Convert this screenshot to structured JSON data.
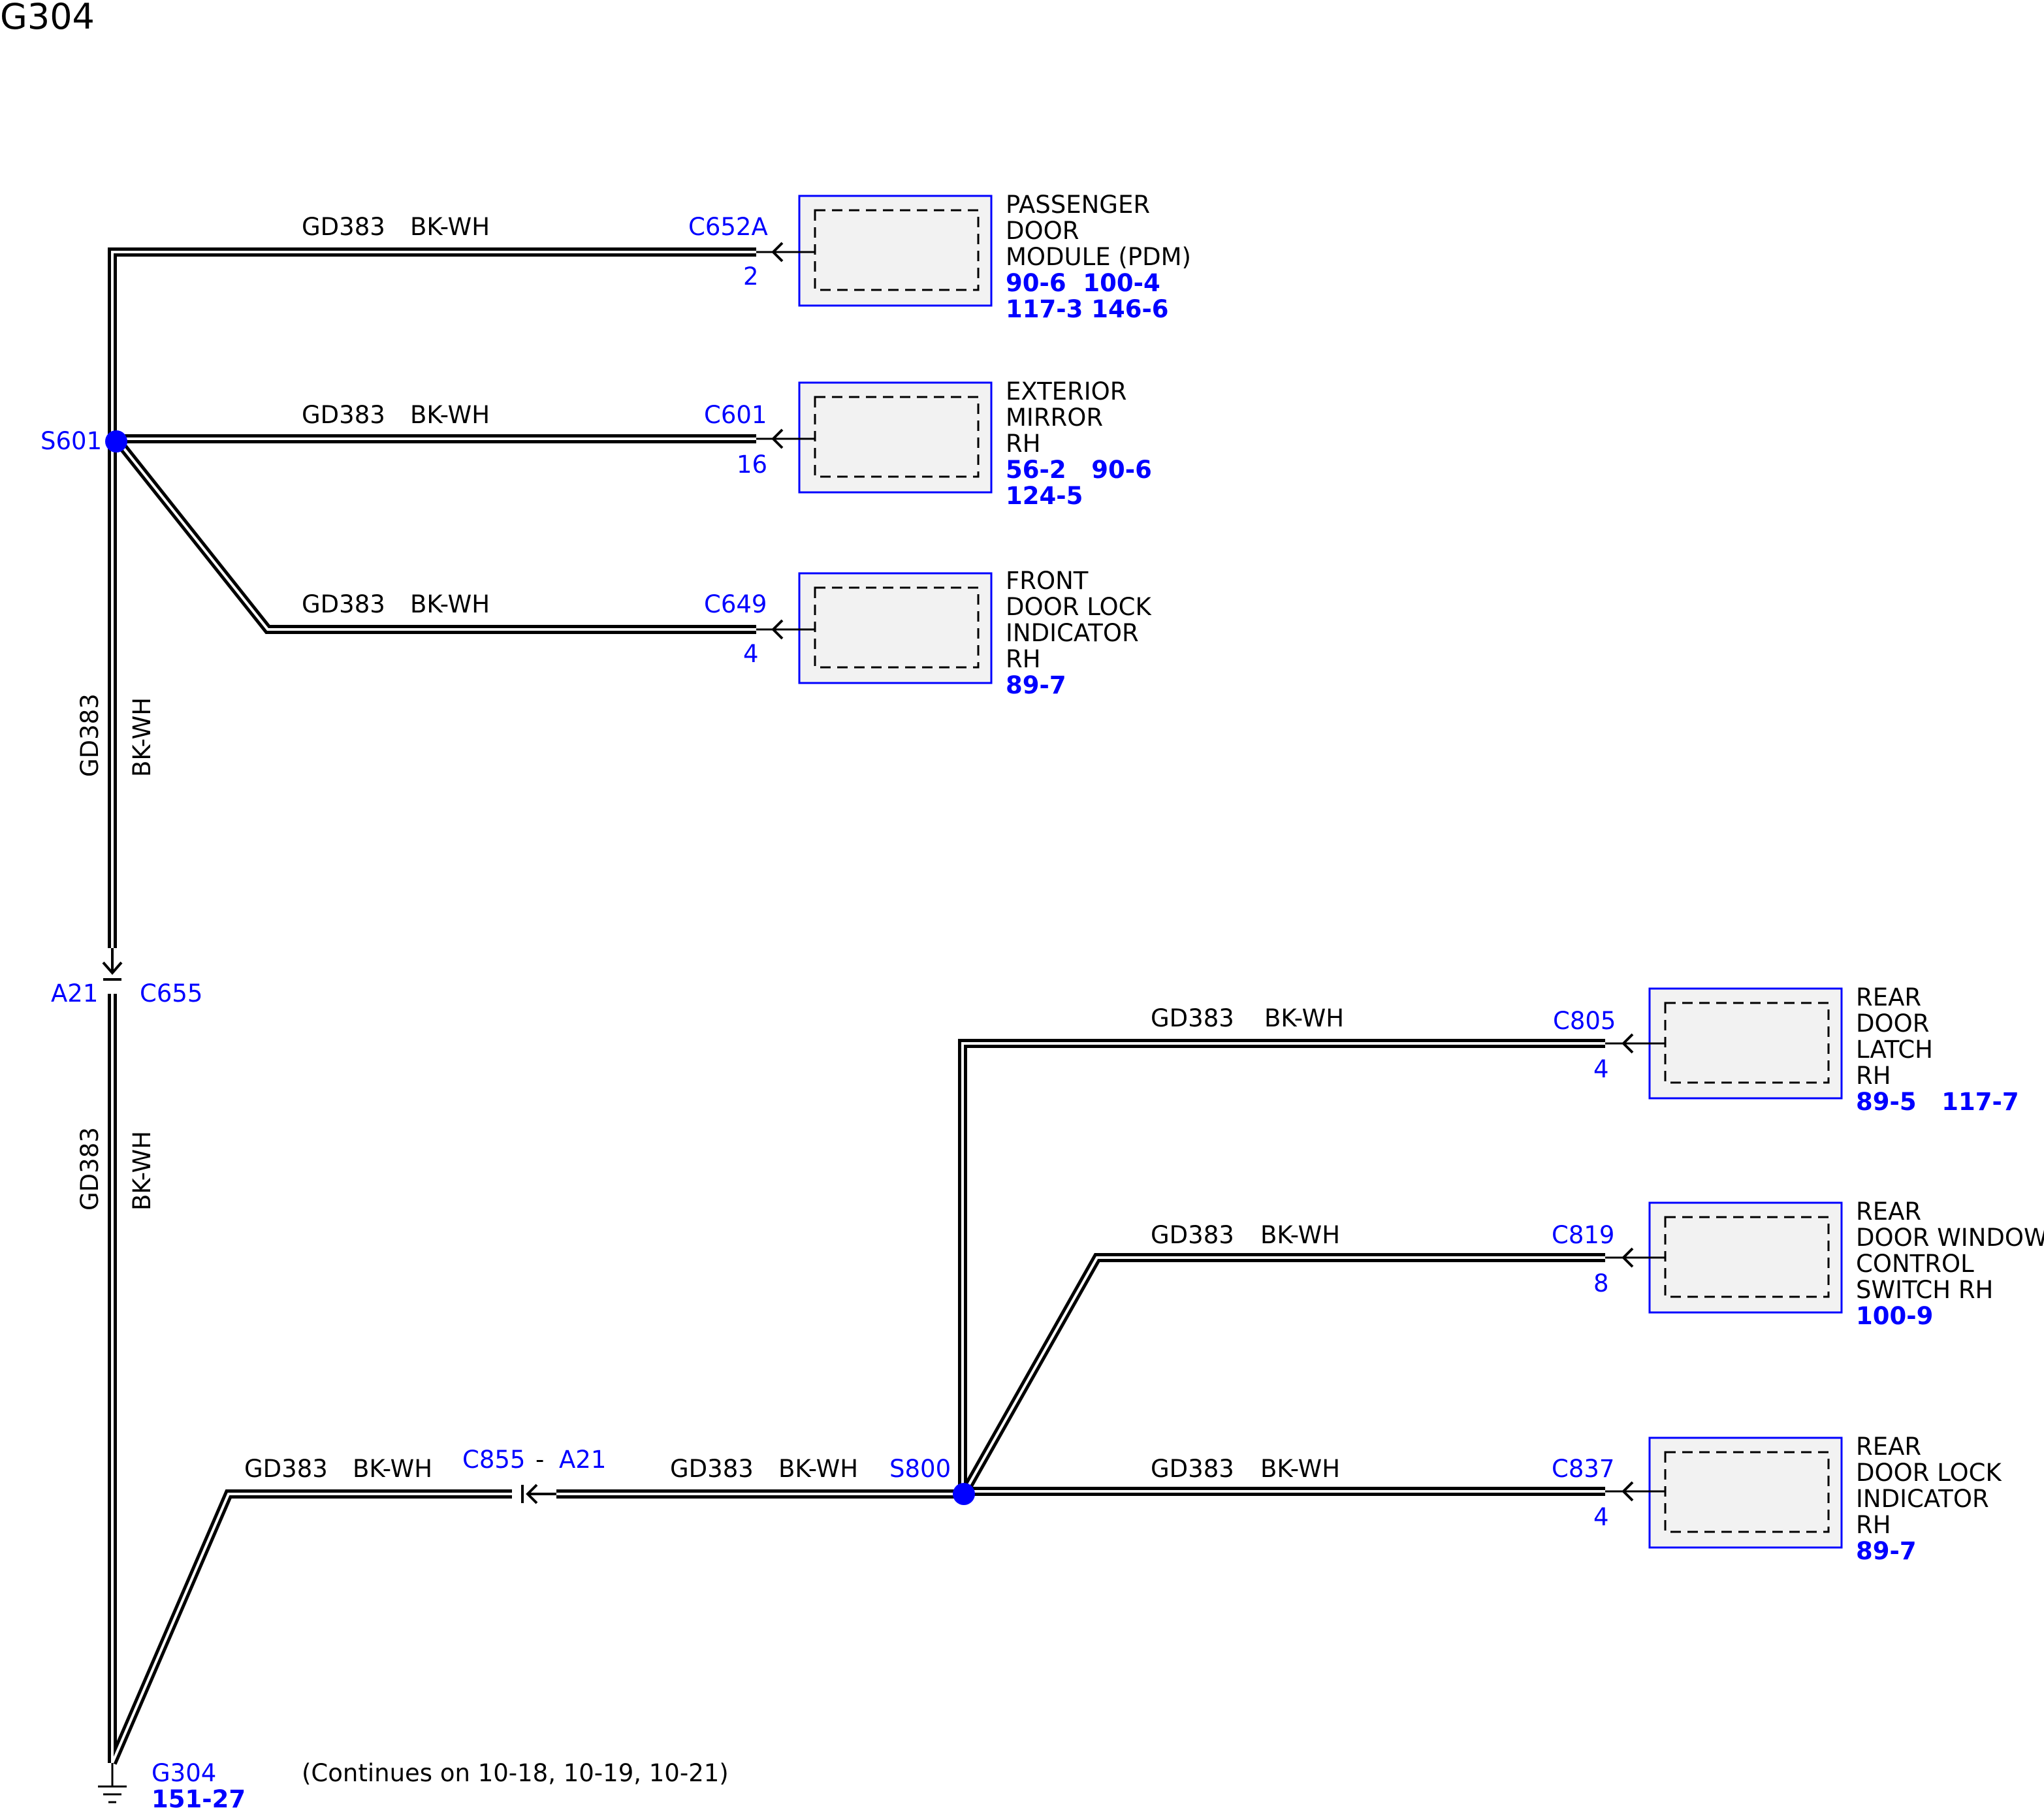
{
  "page_title": "G304",
  "wire": {
    "circuit": "GD383",
    "color": "BK-WH"
  },
  "splices": {
    "s601": "S601",
    "s800": "S800"
  },
  "inline_connectors": {
    "upper": {
      "pin": "A21",
      "name": "C655"
    },
    "lower": {
      "name": "C855",
      "dash": "-",
      "pin": "A21"
    }
  },
  "components": [
    {
      "name_lines": [
        "PASSENGER",
        "DOOR",
        "MODULE (PDM)"
      ],
      "refs": [
        "90-6  100-4",
        "117-3 146-6"
      ],
      "connector": "C652A",
      "pin": "2"
    },
    {
      "name_lines": [
        "EXTERIOR",
        "MIRROR",
        "RH"
      ],
      "refs": [
        "56-2   90-6",
        "124-5"
      ],
      "connector": "C601",
      "pin": "16"
    },
    {
      "name_lines": [
        "FRONT",
        "DOOR LOCK",
        "INDICATOR",
        "RH"
      ],
      "refs": [
        "89-7"
      ],
      "connector": "C649",
      "pin": "4"
    },
    {
      "name_lines": [
        "REAR",
        "DOOR",
        "LATCH",
        "RH"
      ],
      "refs": [
        "89-5   117-7"
      ],
      "connector": "C805",
      "pin": "4"
    },
    {
      "name_lines": [
        "REAR",
        "DOOR WINDOW",
        "CONTROL",
        "SWITCH RH"
      ],
      "refs": [
        "100-9"
      ],
      "connector": "C819",
      "pin": "8"
    },
    {
      "name_lines": [
        "REAR",
        "DOOR LOCK",
        "INDICATOR",
        "RH"
      ],
      "refs": [
        "89-7"
      ],
      "connector": "C837",
      "pin": "4"
    }
  ],
  "ground": {
    "name": "G304",
    "ref": "151-27"
  },
  "continues_note": "(Continues on 10-18, 10-19, 10-21)",
  "colors": {
    "wire": "#000000",
    "reference": "#0000ff",
    "component_fill": "#f2f2f2",
    "component_border": "#0000ff"
  }
}
